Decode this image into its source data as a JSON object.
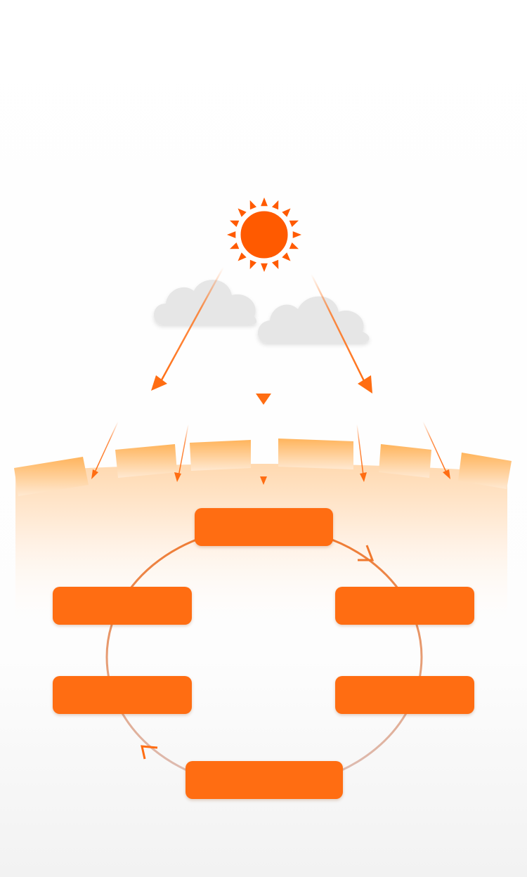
{
  "colors": {
    "accent": "#ff6d12",
    "sun": "#ff5a00",
    "cloud": "#e6e6e6",
    "ring_top": "#f0782d",
    "ring_bottom": "#dcc0ba",
    "surface_band": "#ffb45c",
    "background_bottom": "#f3f3f3"
  },
  "icons": {
    "sun": "sun-icon",
    "cloud": "cloud-icon"
  },
  "cycle": {
    "steps": [
      {
        "id": "top",
        "label": ""
      },
      {
        "id": "right-upper",
        "label": ""
      },
      {
        "id": "right-lower",
        "label": ""
      },
      {
        "id": "bottom",
        "label": ""
      },
      {
        "id": "left-lower",
        "label": ""
      },
      {
        "id": "left-upper",
        "label": ""
      }
    ],
    "direction": "clockwise"
  }
}
